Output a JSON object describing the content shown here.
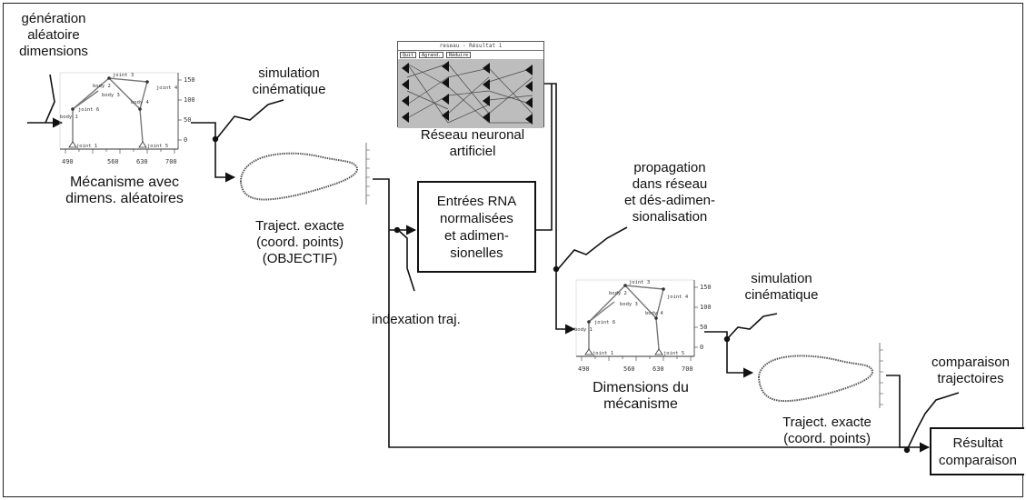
{
  "labels": {
    "generation": "génération\naléatoire\ndimensions",
    "sim1": "simulation\ncinématique",
    "mecanisme_alea": "Mécanisme avec\ndimens. aléatoires",
    "reseau": "Réseau neuronal\nartificiel",
    "traj_exacte_1": "Traject. exacte\n(coord. points)\n(OBJECTIF)",
    "entrees_rna": "Entrées RNA\nnormalisées\net adimen-\nsionelles",
    "propagation": "propagation\ndans réseau\net dés-adimen-\nsionalisation",
    "indexation": "indexation  traj.",
    "sim2": "simulation\ncinématique",
    "dimensions": "Dimensions du\nmécanisme",
    "comparaison": "comparaison\ntrajectoires",
    "traj_exacte_2": "Traject. exacte\n(coord. points)",
    "resultat": "Résultat\ncomparaison"
  },
  "mechanism_plot": {
    "x_ticks": [
      "490",
      "560",
      "630",
      "700"
    ],
    "y_ticks": [
      "150",
      "100",
      "50",
      "0"
    ],
    "node_labels": [
      "joint 4",
      "joint 3",
      "body 1",
      "body 4",
      "joint 1",
      "joint 5",
      "joint 6",
      "body 3",
      "body 2"
    ]
  },
  "network_window": {
    "title": "reseau - Résultat 1",
    "buttons": [
      "Quit",
      "Agrand.",
      "Réduire"
    ]
  }
}
